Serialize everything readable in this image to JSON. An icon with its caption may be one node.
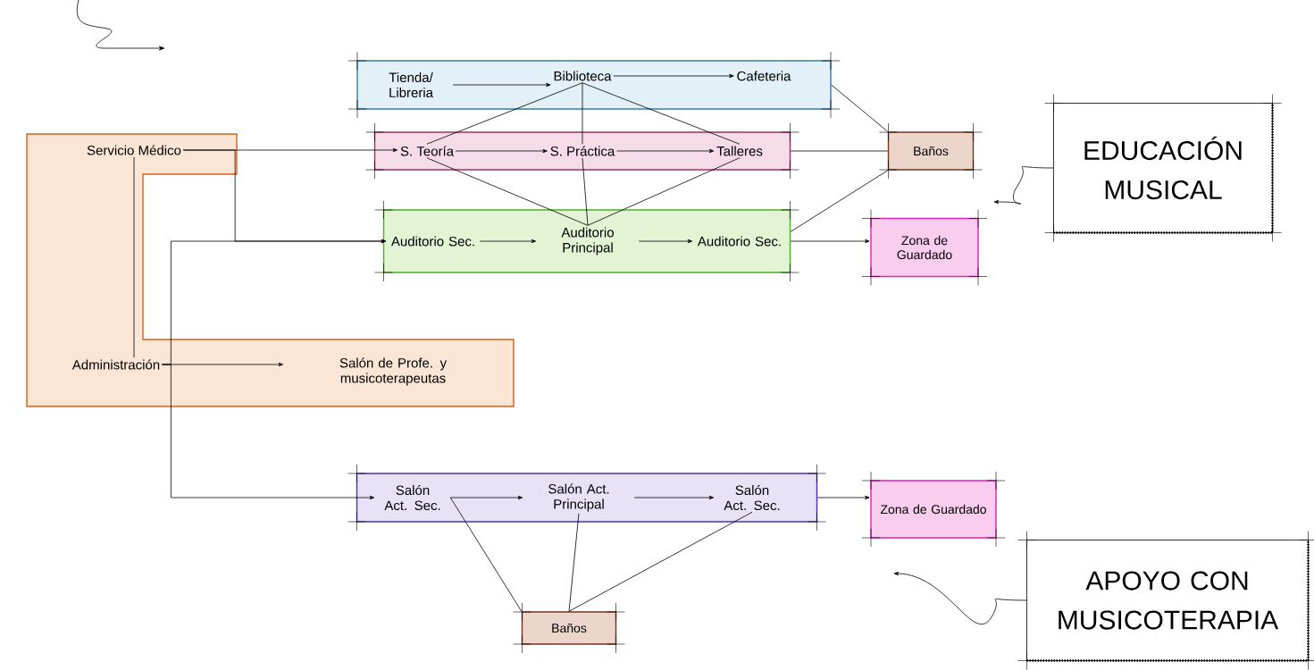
{
  "diagram": {
    "nodes": [
      {
        "text": [],
        "shape": "box"
      },
      {
        "text": [
          "Servicio Médico"
        ],
        "in": 0
      },
      {
        "text": [
          "Administración"
        ],
        "in": 0
      },
      {
        "text": [
          "Salón de Profe. y musicoterapeutas"
        ],
        "in": 0
      },
      {
        "text": [],
        "shape": "box"
      },
      {
        "text": [
          "Tienda/ Libreria"
        ],
        "in": 4
      },
      {
        "text": [
          "Biblioteca"
        ],
        "in": 4
      },
      {
        "text": [
          "Cafeteria"
        ],
        "in": 4
      },
      {
        "text": [],
        "shape": "box"
      },
      {
        "text": [
          "S. Teoría"
        ],
        "in": 8
      },
      {
        "text": [
          "S. Práctica"
        ],
        "in": 8
      },
      {
        "text": [
          "Talleres"
        ],
        "in": 8
      },
      {
        "text": [],
        "shape": "box"
      },
      {
        "text": [
          "Auditorio Sec."
        ],
        "in": 12
      },
      {
        "text": [
          "Auditorio Principal"
        ],
        "in": 12
      },
      {
        "text": [
          "Auditorio Sec."
        ],
        "in": 12
      },
      {
        "text": [
          "Baños"
        ]
      },
      {
        "text": [
          "Zona de Guardado"
        ]
      },
      {
        "text": [
          "EDUCACIÓN MUSICAL"
        ]
      },
      {
        "text": [],
        "shape": "box"
      },
      {
        "text": [
          "Salón Act. Sec."
        ],
        "in": 19
      },
      {
        "text": [
          "Salón Act. Principal"
        ],
        "in": 19
      },
      {
        "text": [
          "Salón Act. Sec."
        ],
        "in": 19
      },
      {
        "text": [
          "Zona de Guardado"
        ]
      },
      {
        "text": [
          "Baños"
        ]
      },
      {
        "text": [
          "APOYO CON MUSICOTERAPIA"
        ]
      }
    ],
    "edges": [
      {
        "from": 5,
        "to": 6,
        "arrow": "to"
      },
      {
        "from": 6,
        "to": 7,
        "arrow": "to"
      },
      {
        "from": 6,
        "to": 9,
        "arrow": "none"
      },
      {
        "from": 6,
        "to": 10,
        "arrow": "none"
      },
      {
        "from": 6,
        "to": 11,
        "arrow": "none"
      },
      {
        "from": 9,
        "to": 10,
        "arrow": "to"
      },
      {
        "from": 10,
        "to": 11,
        "arrow": "to"
      },
      {
        "from": 9,
        "to": 14,
        "arrow": "none"
      },
      {
        "from": 10,
        "to": 14,
        "arrow": "none"
      },
      {
        "from": 11,
        "to": 14,
        "arrow": "none"
      },
      {
        "from": 13,
        "to": 14,
        "arrow": "to"
      },
      {
        "from": 14,
        "to": 15,
        "arrow": "to"
      },
      {
        "from": 4,
        "to": 16,
        "arrow": "none"
      },
      {
        "from": 8,
        "to": 16,
        "arrow": "none"
      },
      {
        "from": 12,
        "to": 16,
        "arrow": "none"
      },
      {
        "from": 12,
        "to": 17,
        "arrow": "to"
      },
      {
        "from": 1,
        "to": 9,
        "arrow": "to"
      },
      {
        "from": 1,
        "to": 13,
        "arrow": "to"
      },
      {
        "from": 1,
        "to": 2,
        "arrow": "none"
      },
      {
        "from": 2,
        "to": 3,
        "arrow": "to"
      },
      {
        "from": 2,
        "to": 13,
        "arrow": "to"
      },
      {
        "from": 2,
        "to": 20,
        "arrow": "to"
      },
      {
        "from": 20,
        "to": 21,
        "arrow": "to"
      },
      {
        "from": 21,
        "to": 22,
        "arrow": "to"
      },
      {
        "from": 19,
        "to": 23,
        "arrow": "to"
      },
      {
        "from": 20,
        "to": 24,
        "arrow": "none"
      },
      {
        "from": 21,
        "to": 24,
        "arrow": "none"
      },
      {
        "from": 22,
        "to": 24,
        "arrow": "none"
      },
      {
        "from": 18,
        "to": null,
        "arrow": "to"
      },
      {
        "from": 25,
        "to": null,
        "arrow": "to"
      }
    ]
  }
}
